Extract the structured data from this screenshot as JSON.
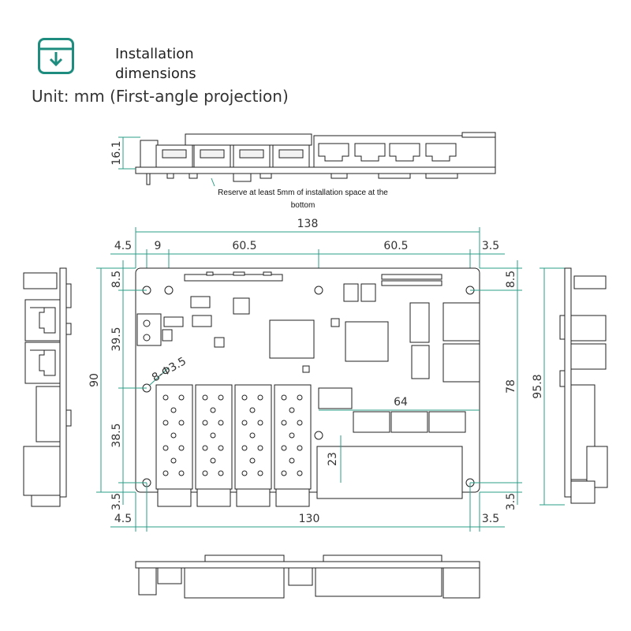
{
  "header": {
    "title": "Installation\ndimensions",
    "unit": "Unit: mm (First-angle projection)",
    "icon": "download-box-icon",
    "accent_color": "#1e8c7e"
  },
  "side_view": {
    "height_label": "16.1",
    "note_line1": "Reserve at least 5mm of installation space at the",
    "note_line2": "bottom"
  },
  "top_dims": {
    "overall": "138",
    "left_offset": "4.5",
    "first_gap": "9",
    "span_a": "60.5",
    "span_b": "60.5",
    "right_offset": "3.5"
  },
  "left_dims": {
    "total": "90",
    "top_offset": "8.5",
    "upper": "39.5",
    "lower": "38.5",
    "bottom_offset": "3.5"
  },
  "right_dims": {
    "top_offset": "8.5",
    "span": "78",
    "bottom_offset": "3.5",
    "side_height": "95.8"
  },
  "bottom_dims": {
    "left_offset": "4.5",
    "span": "130",
    "right_offset": "3.5"
  },
  "inner_dims": {
    "hole_label": "8-Φ3.5",
    "width": "64",
    "height": "23"
  },
  "chart_data": {
    "type": "table",
    "title": "Installation dimensions",
    "unit": "mm",
    "dimensions": [
      {
        "label": "138"
      },
      {
        "label": "4.5"
      },
      {
        "label": "9"
      },
      {
        "label": "60.5"
      },
      {
        "label": "60.5"
      },
      {
        "label": "3.5"
      },
      {
        "label": "90"
      },
      {
        "label": "8.5"
      },
      {
        "label": "39.5"
      },
      {
        "label": "38.5"
      },
      {
        "label": "78"
      },
      {
        "label": "95.8"
      },
      {
        "label": "130"
      },
      {
        "label": "64"
      },
      {
        "label": "23"
      },
      {
        "label": "16.1"
      },
      {
        "label": "8-Φ3.5"
      }
    ]
  }
}
